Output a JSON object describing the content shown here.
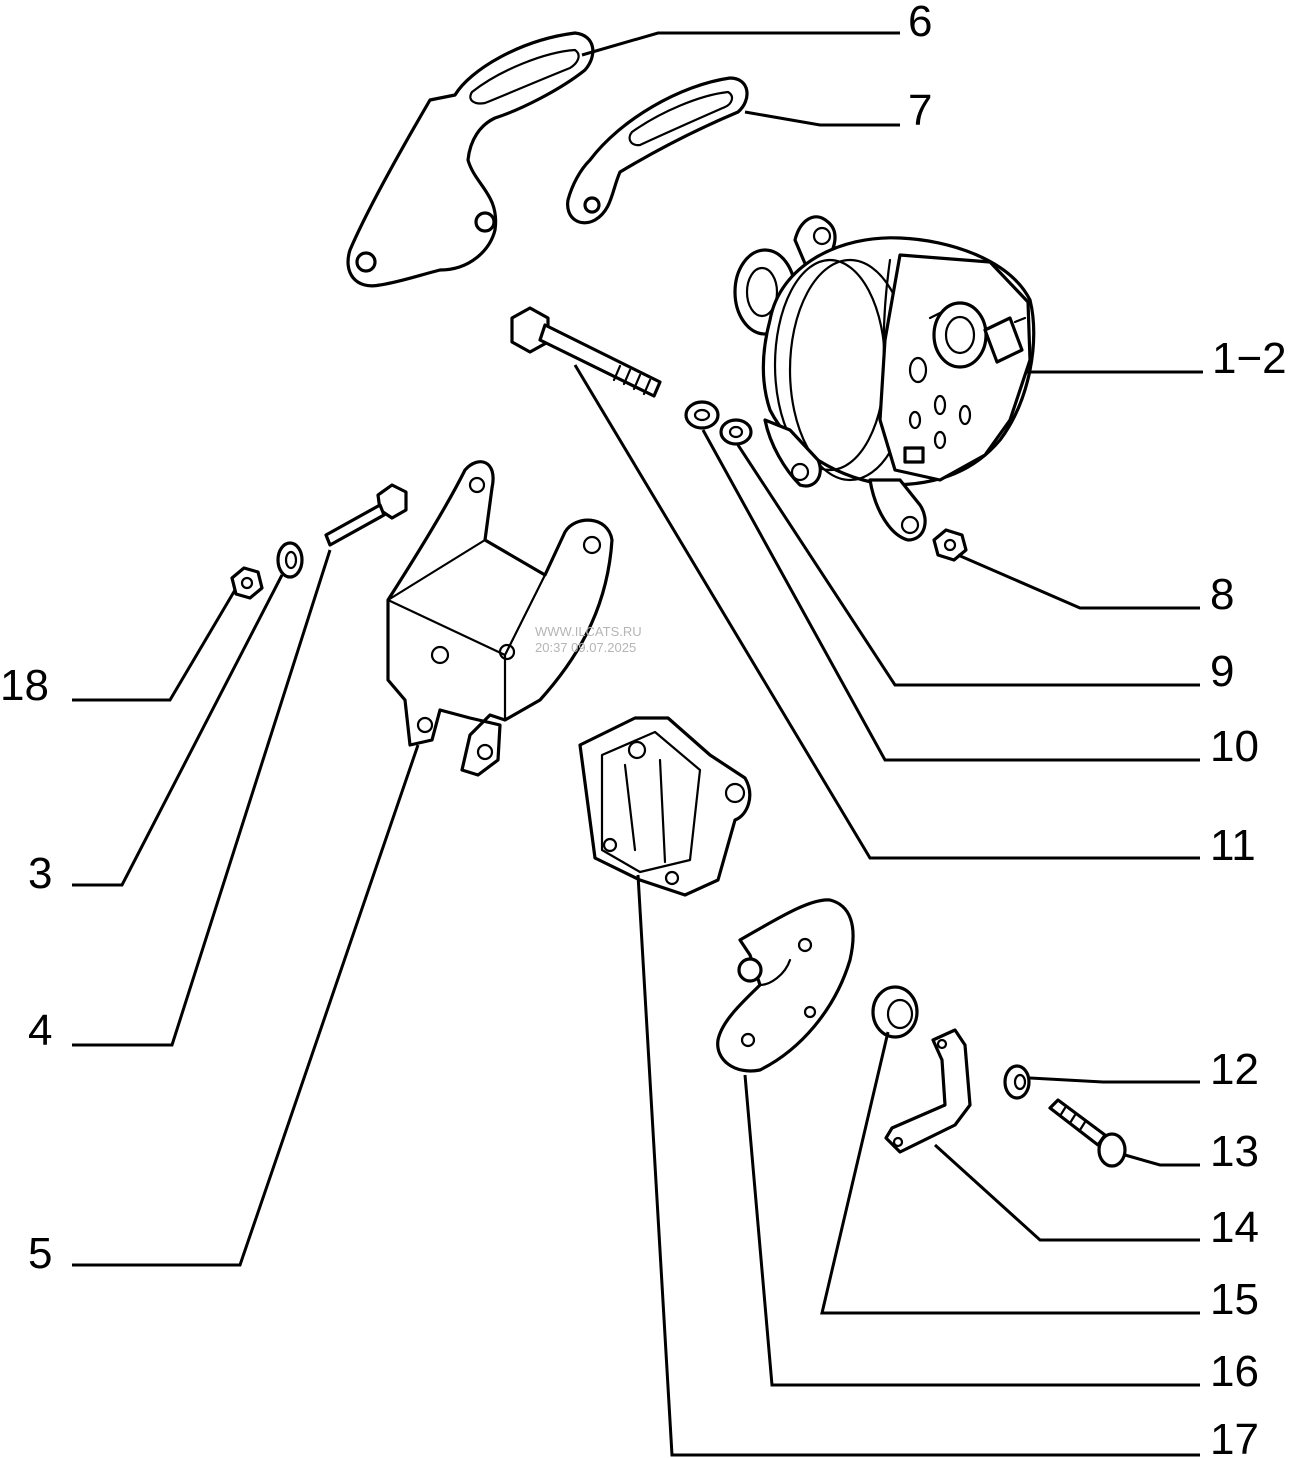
{
  "watermark": {
    "site": "WWW.ILCATS.RU",
    "timestamp": "20:37 09.07.2025"
  },
  "callouts": {
    "c6": "6",
    "c7": "7",
    "c12": "1−2",
    "c8": "8",
    "c9": "9",
    "c10": "10",
    "c11": "11",
    "c18": "18",
    "c3": "3",
    "c4": "4",
    "c5": "5",
    "c12b": "12",
    "c13": "13",
    "c14": "14",
    "c15": "15",
    "c16": "16",
    "c17": "17"
  },
  "colors": {
    "ink": "#000000",
    "paper": "#ffffff",
    "watermark": "#b5b5b5"
  }
}
